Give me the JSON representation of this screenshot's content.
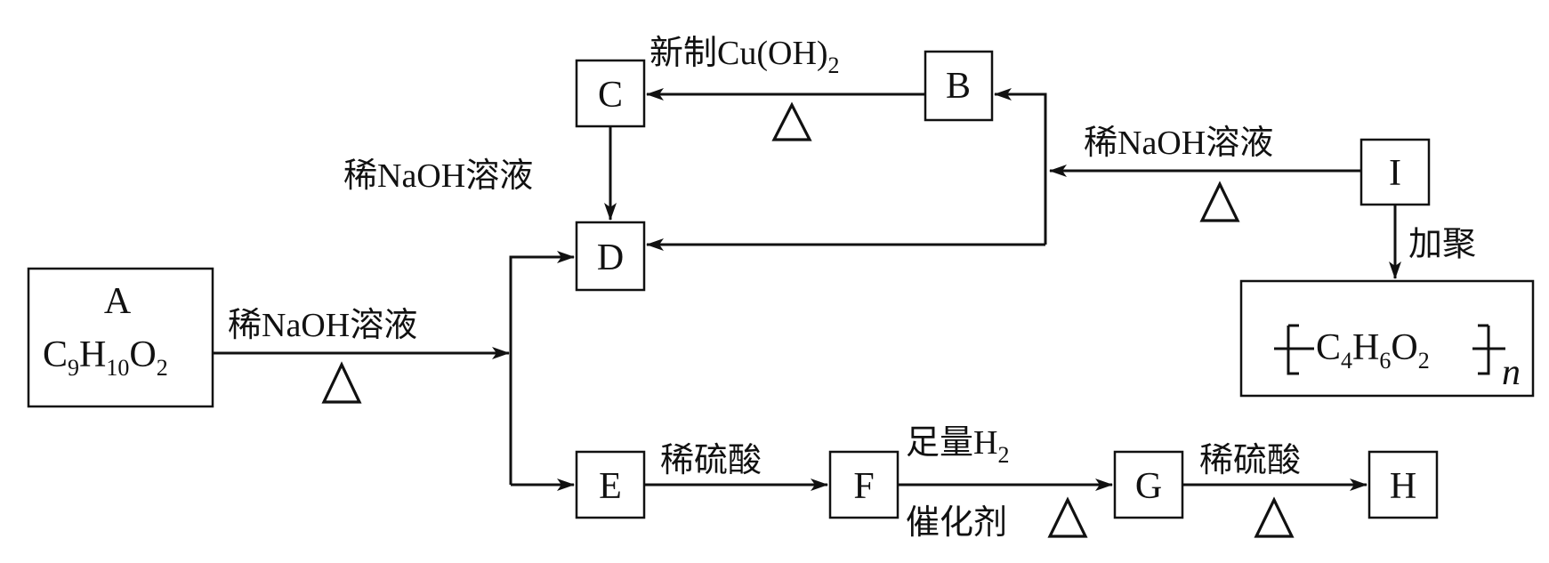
{
  "nodes": {
    "A": {
      "name": "A",
      "formula": {
        "c": "C",
        "c_sub": "9",
        "h": "H",
        "h_sub": "10",
        "o": "O",
        "o_sub": "2"
      }
    },
    "B": {
      "name": "B"
    },
    "C": {
      "name": "C"
    },
    "D": {
      "name": "D"
    },
    "E": {
      "name": "E"
    },
    "F": {
      "name": "F"
    },
    "G": {
      "name": "G"
    },
    "H": {
      "name": "H"
    },
    "I": {
      "name": "I"
    },
    "polymer": {
      "c": "C",
      "c_sub": "4",
      "h": "H",
      "h_sub": "6",
      "o": "O",
      "o_sub": "2",
      "n": "n"
    }
  },
  "reagents": {
    "a_to_de": "稀NaOH溶液",
    "c_to_d": "稀NaOH溶液",
    "i_to_bd": "稀NaOH溶液",
    "b_to_c_prefix": "新制Cu(OH)",
    "b_to_c_sub": "2",
    "i_to_polymer": "加聚",
    "e_to_f": "稀硫酸",
    "f_to_g_top": "足量H",
    "f_to_g_top_sub": "2",
    "f_to_g_bottom": "催化剂",
    "g_to_h": "稀硫酸"
  },
  "heat_symbol": "△"
}
